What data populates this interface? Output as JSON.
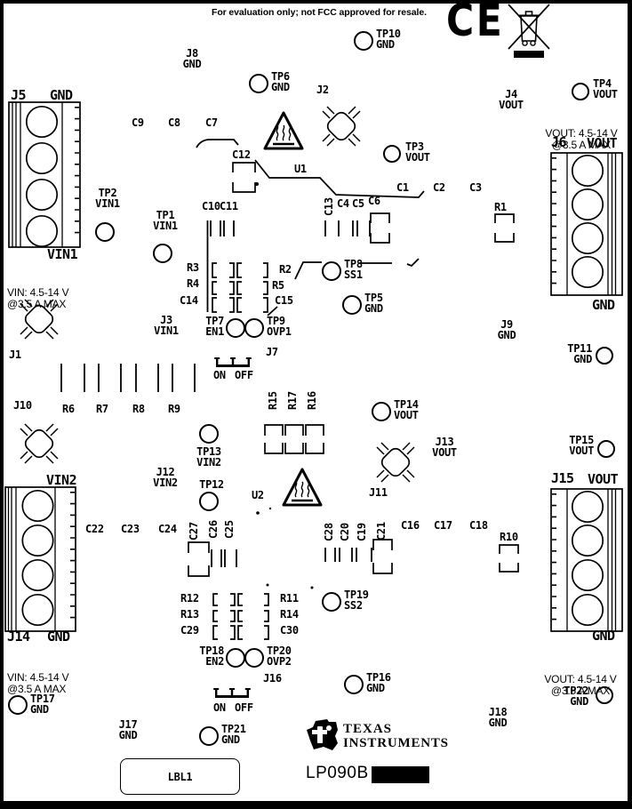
{
  "warning": "For evaluation only; not FCC approved for resale.",
  "certifications": {
    "ce_mark": "CE"
  },
  "branding": {
    "manufacturer_line1": "TEXAS",
    "manufacturer_line2": "INSTRUMENTS",
    "board_id": "LP090B",
    "label_text": "LBL1"
  },
  "connectors": [
    {
      "ref": "J5",
      "top_label": "GND",
      "bottom_label": "VIN1",
      "rating_line1": "VIN: 4.5-14 V",
      "rating_line2": "@3.5 A MAX"
    },
    {
      "ref": "J6",
      "top_label": "VOUT",
      "bottom_label": "GND",
      "rating_line1": "VOUT: 4.5-14 V",
      "rating_line2": "@3.5 A MAX"
    },
    {
      "ref": "J14",
      "top_label": "VIN2",
      "bottom_label": "GND",
      "rating_line1": "VIN: 4.5-14 V",
      "rating_line2": "@3.5 A MAX"
    },
    {
      "ref": "J15",
      "top_label": "VOUT",
      "bottom_label": "GND",
      "rating_line1": "VOUT: 4.5-14 V",
      "rating_line2": "@3.5 A MAX"
    }
  ],
  "test_points": [
    {
      "ref": "TP1",
      "signal": "VIN1"
    },
    {
      "ref": "TP2",
      "signal": "VIN1"
    },
    {
      "ref": "TP3",
      "signal": "VOUT"
    },
    {
      "ref": "TP4",
      "signal": "VOUT"
    },
    {
      "ref": "TP5",
      "signal": "GND"
    },
    {
      "ref": "TP6",
      "signal": "GND"
    },
    {
      "ref": "TP7",
      "signal": "EN1"
    },
    {
      "ref": "TP8",
      "signal": "SS1"
    },
    {
      "ref": "TP9",
      "signal": "OVP1"
    },
    {
      "ref": "TP10",
      "signal": "GND"
    },
    {
      "ref": "TP11",
      "signal": "GND"
    },
    {
      "ref": "TP12",
      "signal": ""
    },
    {
      "ref": "TP13",
      "signal": "VIN2"
    },
    {
      "ref": "TP14",
      "signal": "VOUT"
    },
    {
      "ref": "TP15",
      "signal": "VOUT"
    },
    {
      "ref": "TP16",
      "signal": "GND"
    },
    {
      "ref": "TP17",
      "signal": "GND"
    },
    {
      "ref": "TP18",
      "signal": "EN2"
    },
    {
      "ref": "TP19",
      "signal": "SS2"
    },
    {
      "ref": "TP20",
      "signal": "OVP2"
    },
    {
      "ref": "TP21",
      "signal": "GND"
    },
    {
      "ref": "TP22",
      "signal": "GND"
    }
  ],
  "jacks": [
    {
      "ref": "J1"
    },
    {
      "ref": "J2"
    },
    {
      "ref": "J3",
      "signal": "VIN1"
    },
    {
      "ref": "J4",
      "signal": "VOUT"
    },
    {
      "ref": "J8",
      "signal": "GND"
    },
    {
      "ref": "J9",
      "signal": "GND"
    },
    {
      "ref": "J10"
    },
    {
      "ref": "J11"
    },
    {
      "ref": "J12",
      "signal": "VIN2"
    },
    {
      "ref": "J13",
      "signal": "VOUT"
    },
    {
      "ref": "J17",
      "signal": "GND"
    },
    {
      "ref": "J18",
      "signal": "GND"
    }
  ],
  "jumpers": [
    {
      "ref": "J7",
      "on": "ON",
      "off": "OFF"
    },
    {
      "ref": "J16",
      "on": "ON",
      "off": "OFF"
    }
  ],
  "components": [
    "C1",
    "C2",
    "C3",
    "C4",
    "C5",
    "C6",
    "C7",
    "C8",
    "C9",
    "C10",
    "C11",
    "C12",
    "C13",
    "C14",
    "C15",
    "C16",
    "C17",
    "C18",
    "C19",
    "C20",
    "C21",
    "C22",
    "C23",
    "C24",
    "C25",
    "C26",
    "C27",
    "C28",
    "C29",
    "C30",
    "R1",
    "R2",
    "R3",
    "R4",
    "R5",
    "R6",
    "R7",
    "R8",
    "R9",
    "R10",
    "R11",
    "R12",
    "R13",
    "R14",
    "R15",
    "R16",
    "R17",
    "U1",
    "U2"
  ]
}
